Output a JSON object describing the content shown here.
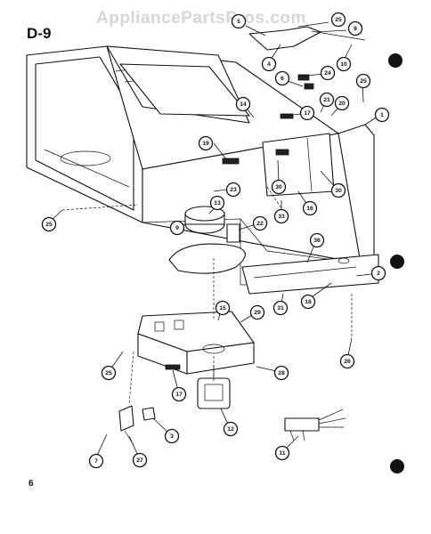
{
  "watermark": "AppliancePartsPros.com",
  "page_title": "D-9",
  "page_number": "6",
  "callouts": [
    {
      "id": "c-25-top",
      "label": "25"
    },
    {
      "id": "c-8-top",
      "label": "8"
    },
    {
      "id": "c-5",
      "label": "5"
    },
    {
      "id": "c-4",
      "label": "4"
    },
    {
      "id": "c-10-top",
      "label": "10"
    },
    {
      "id": "c-24",
      "label": "24"
    },
    {
      "id": "c-6",
      "label": "6"
    },
    {
      "id": "c-25-right",
      "label": "25"
    },
    {
      "id": "c-14",
      "label": "14"
    },
    {
      "id": "c-21",
      "label": "21"
    },
    {
      "id": "c-20",
      "label": "20"
    },
    {
      "id": "c-17-top",
      "label": "17"
    },
    {
      "id": "c-1",
      "label": "1"
    },
    {
      "id": "c-19",
      "label": "19"
    },
    {
      "id": "c-30-left",
      "label": "30"
    },
    {
      "id": "c-30-right",
      "label": "30"
    },
    {
      "id": "c-23",
      "label": "23"
    },
    {
      "id": "c-16",
      "label": "16"
    },
    {
      "id": "c-33",
      "label": "33"
    },
    {
      "id": "c-13",
      "label": "13"
    },
    {
      "id": "c-25-left",
      "label": "25"
    },
    {
      "id": "c-9",
      "label": "9"
    },
    {
      "id": "c-22",
      "label": "22"
    },
    {
      "id": "c-36",
      "label": "36"
    },
    {
      "id": "c-2",
      "label": "2"
    },
    {
      "id": "c-31",
      "label": "31"
    },
    {
      "id": "c-18",
      "label": "18"
    },
    {
      "id": "c-15",
      "label": "15"
    },
    {
      "id": "c-29",
      "label": "29"
    },
    {
      "id": "c-25-lower-left",
      "label": "25"
    },
    {
      "id": "c-26",
      "label": "26"
    },
    {
      "id": "c-28",
      "label": "28"
    },
    {
      "id": "c-17-bottom",
      "label": "17"
    },
    {
      "id": "c-3",
      "label": "3"
    },
    {
      "id": "c-12",
      "label": "12"
    },
    {
      "id": "c-7",
      "label": "7"
    },
    {
      "id": "c-27",
      "label": "27"
    },
    {
      "id": "c-11",
      "label": "11"
    }
  ]
}
